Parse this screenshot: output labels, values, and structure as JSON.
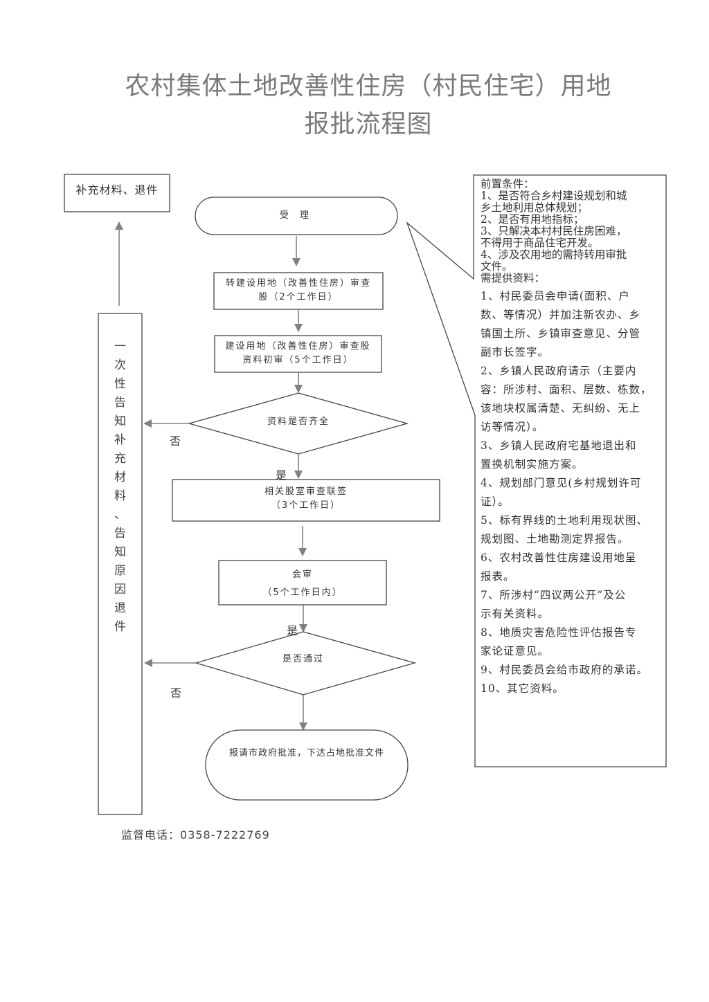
{
  "header": {
    "title_line1": "农村集体土地改善性住房（村民住宅）用地",
    "title_line2": "报批流程图"
  },
  "flow": {
    "supplement_box": "补充材料、退件",
    "start": "受 理",
    "step1_line1": "转建设用地（改善性住房）审查",
    "step1_line2": "股（2个工作日）",
    "step2_line1": "建设用地（改善性住房）审查股",
    "step2_line2": "资料初审（5个工作日）",
    "decision1": "资料是否齐全",
    "decision1_no": "否",
    "decision1_yes": "是",
    "step3_line1": "相关股室审查联签",
    "step3_line2": "（3个工作日）",
    "step4_line1": "会审",
    "step4_line2": "（5个工作日内）",
    "decision2_yes": "是",
    "decision2": "是否通过",
    "decision2_no": "否",
    "end": "报请市政府批准，下达占地批准文件",
    "notify_chars": [
      "一",
      "次",
      "性",
      "告",
      "知",
      "补",
      "充",
      "材",
      "料",
      "、",
      "告",
      "知",
      "原",
      "因",
      "退",
      "件"
    ]
  },
  "sidebar": {
    "preconditions_title": "前置条件：",
    "preconditions": [
      "1、是否符合乡村建设规划和城",
      "乡土地利用总体规划；",
      "2、是否有用地指标；",
      "3、只解决本村村民住房困难，",
      "不得用于商品住宅开发。",
      "4、涉及农用地的需持转用审批",
      "文件。"
    ],
    "materials_title": "需提供资料：",
    "materials": [
      "1、村民委员会申请(面积、户",
      "数、等情况）并加注新农办、乡",
      "镇国土所、乡镇审查意见、分管",
      "副市长签字。",
      "2、乡镇人民政府请示（主要内",
      "容：所涉村、面积、层数、栋数，",
      "该地块权属清楚、无纠纷、无上",
      "访等情况）。",
      "3、乡镇人民政府宅基地退出和",
      "置换机制实施方案。",
      "4、规划部门意见(乡村规划许可",
      "证）。",
      "5、标有界线的土地利用现状图、",
      "规划图、土地勘测定界报告。",
      "6、农村改善性住房建设用地呈",
      "报表。",
      "7、所涉村“四议两公开”及公",
      "示有关资料。",
      "8、地质灾害危险性评估报告专",
      "家论证意见。",
      "9、村民委员会给市政府的承诺。",
      "10、其它资料。"
    ]
  },
  "footer": {
    "phone_label": "监督电话：",
    "phone_number": "0358-7222769"
  }
}
